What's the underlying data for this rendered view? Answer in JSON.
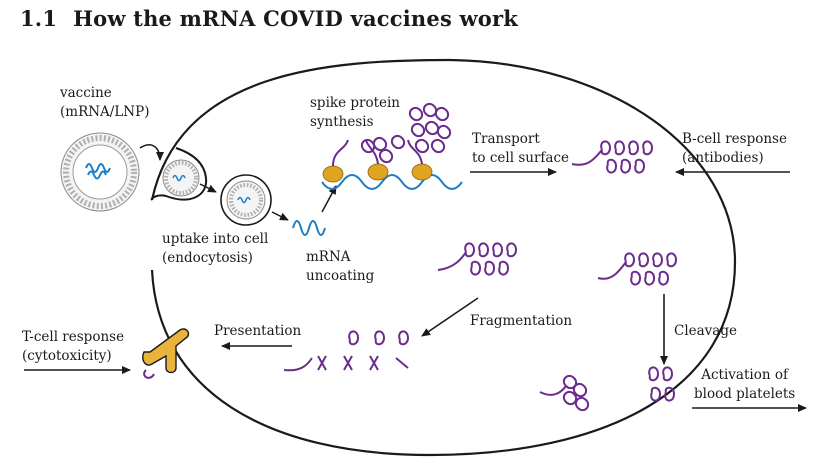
{
  "heading": {
    "number": "1.1",
    "title": "How the mRNA COVID vaccines work"
  },
  "labels": {
    "vaccine": [
      "vaccine",
      "(mRNA/LNP)"
    ],
    "uptake": [
      "uptake into cell",
      "(endocytosis)"
    ],
    "uncoating": [
      "mRNA",
      "uncoating"
    ],
    "synthesis": [
      "spike protein",
      "synthesis"
    ],
    "transport": [
      "Transport",
      "to cell surface"
    ],
    "bcell": [
      "B-cell response",
      "(antibodies)"
    ],
    "fragmentation": "Fragmentation",
    "presentation": "Presentation",
    "tcell": [
      "T-cell response",
      "(cytotoxicity)"
    ],
    "cleavage": "Cleavage",
    "platelets": [
      "Activation of",
      "blood platelets"
    ]
  },
  "colors": {
    "spike_protein": "#6a2c8e",
    "mrna": "#1f7fc4",
    "ribosome": "#e0a520",
    "mhc": "#e8b43c",
    "lipid": "#9a9a9a",
    "outline": "#1a1a1a"
  }
}
